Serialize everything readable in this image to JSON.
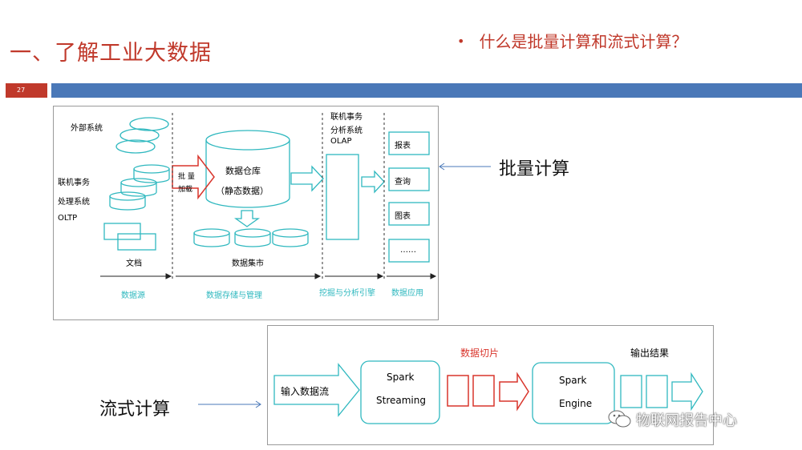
{
  "slide": {
    "title": "一、了解工业大数据",
    "page_number": "27",
    "bullet": "什么是批量计算和流式计算？",
    "watermark": "物联网报告中心"
  },
  "batch": {
    "label": "批量计算",
    "sources": [
      "外部系统",
      "联机事务",
      "处理系统",
      "OLTP",
      "文档"
    ],
    "load_top": "批 量",
    "load_bottom": "加载",
    "warehouse_title": "数据仓库",
    "warehouse_sub": "（静态数据）",
    "datamart": "数据集市",
    "olap_lines": [
      "联机事务",
      "分析系统",
      "OLAP"
    ],
    "apps": [
      "报表",
      "查询",
      "图表",
      "……"
    ],
    "sections": [
      "数据源",
      "数据存储与管理",
      "挖掘与分析引擎",
      "数据应用"
    ]
  },
  "stream": {
    "label": "流式计算",
    "input": "输入数据流",
    "box1": [
      "Spark",
      "Streaming"
    ],
    "slice_label": "数据切片",
    "box2": [
      "Spark",
      "Engine"
    ],
    "output_label": "输出结果"
  },
  "colors": {
    "accent_red": "#c0392b",
    "bar_blue": "#4a78b8",
    "teal": "#2fb8bf",
    "slice_red": "#d9352c"
  }
}
